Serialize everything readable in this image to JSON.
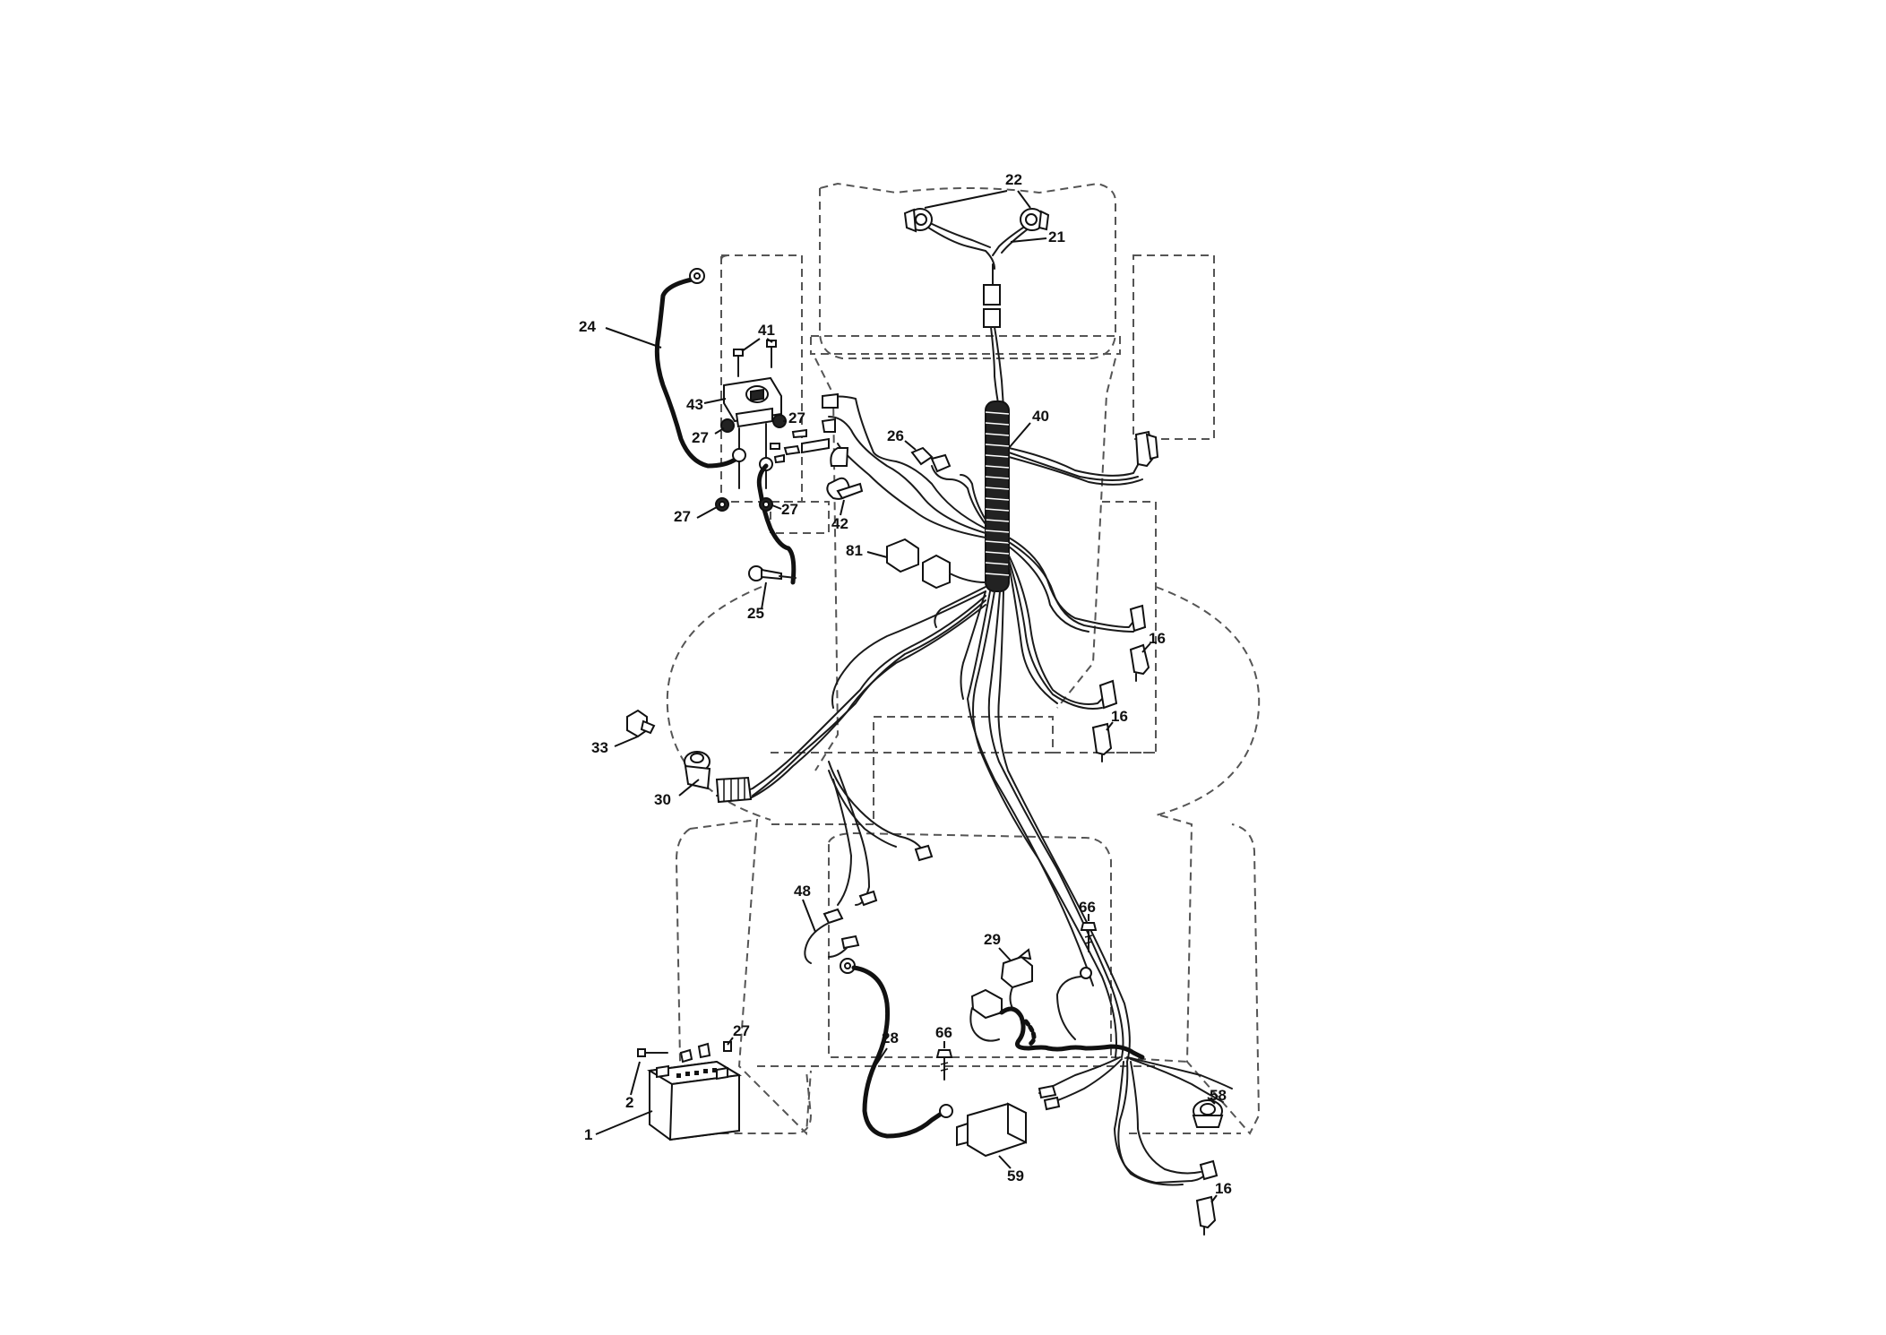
{
  "callouts": {
    "c1": "1",
    "c2": "2",
    "c16a": "16",
    "c16b": "16",
    "c16c": "16",
    "c21": "21",
    "c22": "22",
    "c24": "24",
    "c25": "25",
    "c26": "26",
    "c27a": "27",
    "c27b": "27",
    "c27c": "27",
    "c27d": "27",
    "c27e": "27",
    "c28": "28",
    "c29": "29",
    "c30": "30",
    "c33": "33",
    "c40": "40",
    "c41": "41",
    "c42": "42",
    "c43": "43",
    "c48": "48",
    "c58": "58",
    "c59": "59",
    "c66a": "66",
    "c66b": "66",
    "c81": "81"
  },
  "colors": {
    "line": "#111111",
    "outline": "#555555",
    "background": "#ffffff"
  }
}
